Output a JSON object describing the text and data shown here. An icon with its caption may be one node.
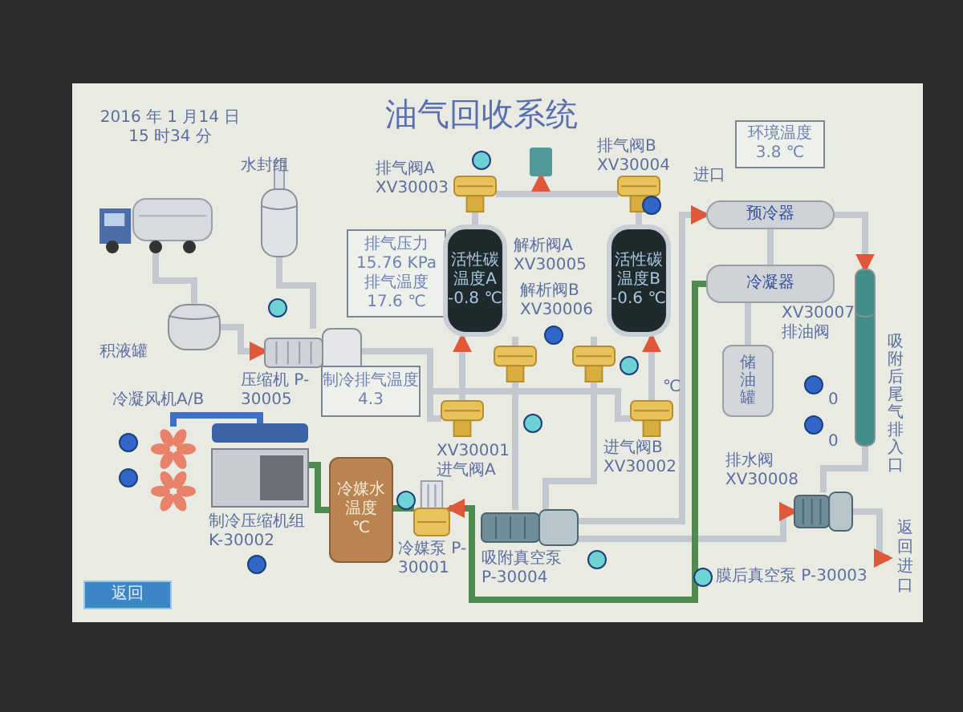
{
  "diagram": {
    "title": "油气回收系统",
    "nodes": [
      {
        "text": [],
        "shape": "picture"
      },
      {
        "text": [],
        "shape": "cylinder",
        "beside": [
          "水封组"
        ]
      },
      {
        "text": [],
        "shape": "cylinder",
        "beside": [
          "积液罐"
        ]
      },
      {
        "text": [],
        "shape": "picture",
        "beside": [
          "压缩机 P-30005"
        ]
      },
      {
        "text": [
          "排气压力 15.76 KPa",
          "排气温度 17.6 ℃"
        ]
      },
      {
        "text": [
          "制冷排气温度 4.3"
        ]
      },
      {
        "text": [
          "活性碳温度A",
          "-0.8 ℃"
        ]
      },
      {
        "text": [
          "活性碳温度B",
          "-0.6 ℃"
        ]
      },
      {
        "text": [],
        "shape": "box"
      },
      {
        "text": [],
        "shape": "picture",
        "beside": [
          "排气阀A XV30003"
        ]
      },
      {
        "text": [],
        "shape": "picture",
        "beside": [
          "排气阀B XV30004"
        ]
      },
      {
        "text": [],
        "shape": "picture"
      },
      {
        "text": [],
        "shape": "picture"
      },
      {
        "text": [],
        "shape": "picture",
        "beside": [
          "XV30001 进气阀A"
        ]
      },
      {
        "text": [],
        "shape": "picture",
        "beside": [
          "进气阀B XV30002"
        ]
      },
      {
        "text": [
          "预冷器"
        ]
      },
      {
        "text": [
          "冷凝器"
        ],
        "beside": [
          "XV30007 排油阀"
        ]
      },
      {
        "text": [
          "储油罐"
        ]
      },
      {
        "text": [],
        "shape": "cylinder",
        "beside": [
          "吸附后尾气排入口"
        ]
      },
      {
        "text": [],
        "shape": "picture",
        "beside": [
          "冷凝风机A/B"
        ]
      },
      {
        "text": [],
        "shape": "picture",
        "beside": [
          "制冷压缩机组 K-30002"
        ]
      },
      {
        "text": [
          "冷媒水温度",
          "℃"
        ]
      },
      {
        "text": [],
        "shape": "picture",
        "beside": [
          "冷媒泵 P-30001"
        ]
      },
      {
        "text": [],
        "shape": "picture",
        "beside": [
          "吸附真空泵 P-30004"
        ]
      },
      {
        "text": [],
        "shape": "picture",
        "beside": [
          "膜后真空泵 P-30003"
        ]
      },
      {
        "text": [
          "环境温度 3.8 ℃"
        ]
      },
      {
        "text": [
          "返回进口"
        ]
      }
    ],
    "edges": [
      {
        "from": 0,
        "to": 2,
        "arrow": "none"
      },
      {
        "from": 2,
        "to": 3,
        "arrow": "to"
      },
      {
        "from": 1,
        "to": 3,
        "arrow": "none"
      },
      {
        "from": 3,
        "to": 13,
        "arrow": "none"
      },
      {
        "from": 3,
        "to": 14,
        "arrow": "none"
      },
      {
        "from": 13,
        "to": 6,
        "arrow": "to"
      },
      {
        "from": 14,
        "to": 7,
        "arrow": "to"
      },
      {
        "from": 6,
        "to": 9,
        "arrow": "none"
      },
      {
        "from": 7,
        "to": 10,
        "arrow": "none"
      },
      {
        "from": 9,
        "to": 8,
        "arrow": "to"
      },
      {
        "from": 10,
        "to": 8,
        "arrow": "to"
      },
      {
        "from": 6,
        "to": 11,
        "arrow": "none"
      },
      {
        "from": 7,
        "to": 12,
        "arrow": "none"
      },
      {
        "from": 11,
        "to": 23,
        "arrow": "none"
      },
      {
        "from": 12,
        "to": 23,
        "arrow": "none"
      },
      {
        "from": 23,
        "to": 15,
        "arrow": "to",
        "label": "进口"
      },
      {
        "from": 15,
        "to": 18,
        "arrow": "to"
      },
      {
        "from": 15,
        "to": 16,
        "arrow": "none"
      },
      {
        "from": 16,
        "to": 17,
        "arrow": "none"
      },
      {
        "from": 18,
        "to": 24,
        "arrow": "none"
      },
      {
        "from": 24,
        "to": 26,
        "arrow": "to"
      },
      {
        "from": 23,
        "to": 24,
        "arrow": "to"
      },
      {
        "from": 19,
        "to": 20,
        "arrow": "none",
        "color": "#3d6fc4"
      },
      {
        "from": 20,
        "to": 21,
        "arrow": "none",
        "color": "#4f8a4f"
      },
      {
        "from": 21,
        "to": 22,
        "arrow": "none",
        "color": "#4f8a4f"
      },
      {
        "from": 16,
        "to": 22,
        "arrow": "to",
        "color": "#4f8a4f"
      }
    ],
    "labels": [
      "2016 年 1 月14 日 15 时34 分",
      "解析阀A XV30005",
      "解析阀B XV30006",
      "℃",
      "0",
      "排水阀 XV30008",
      "0",
      "返回"
    ]
  }
}
